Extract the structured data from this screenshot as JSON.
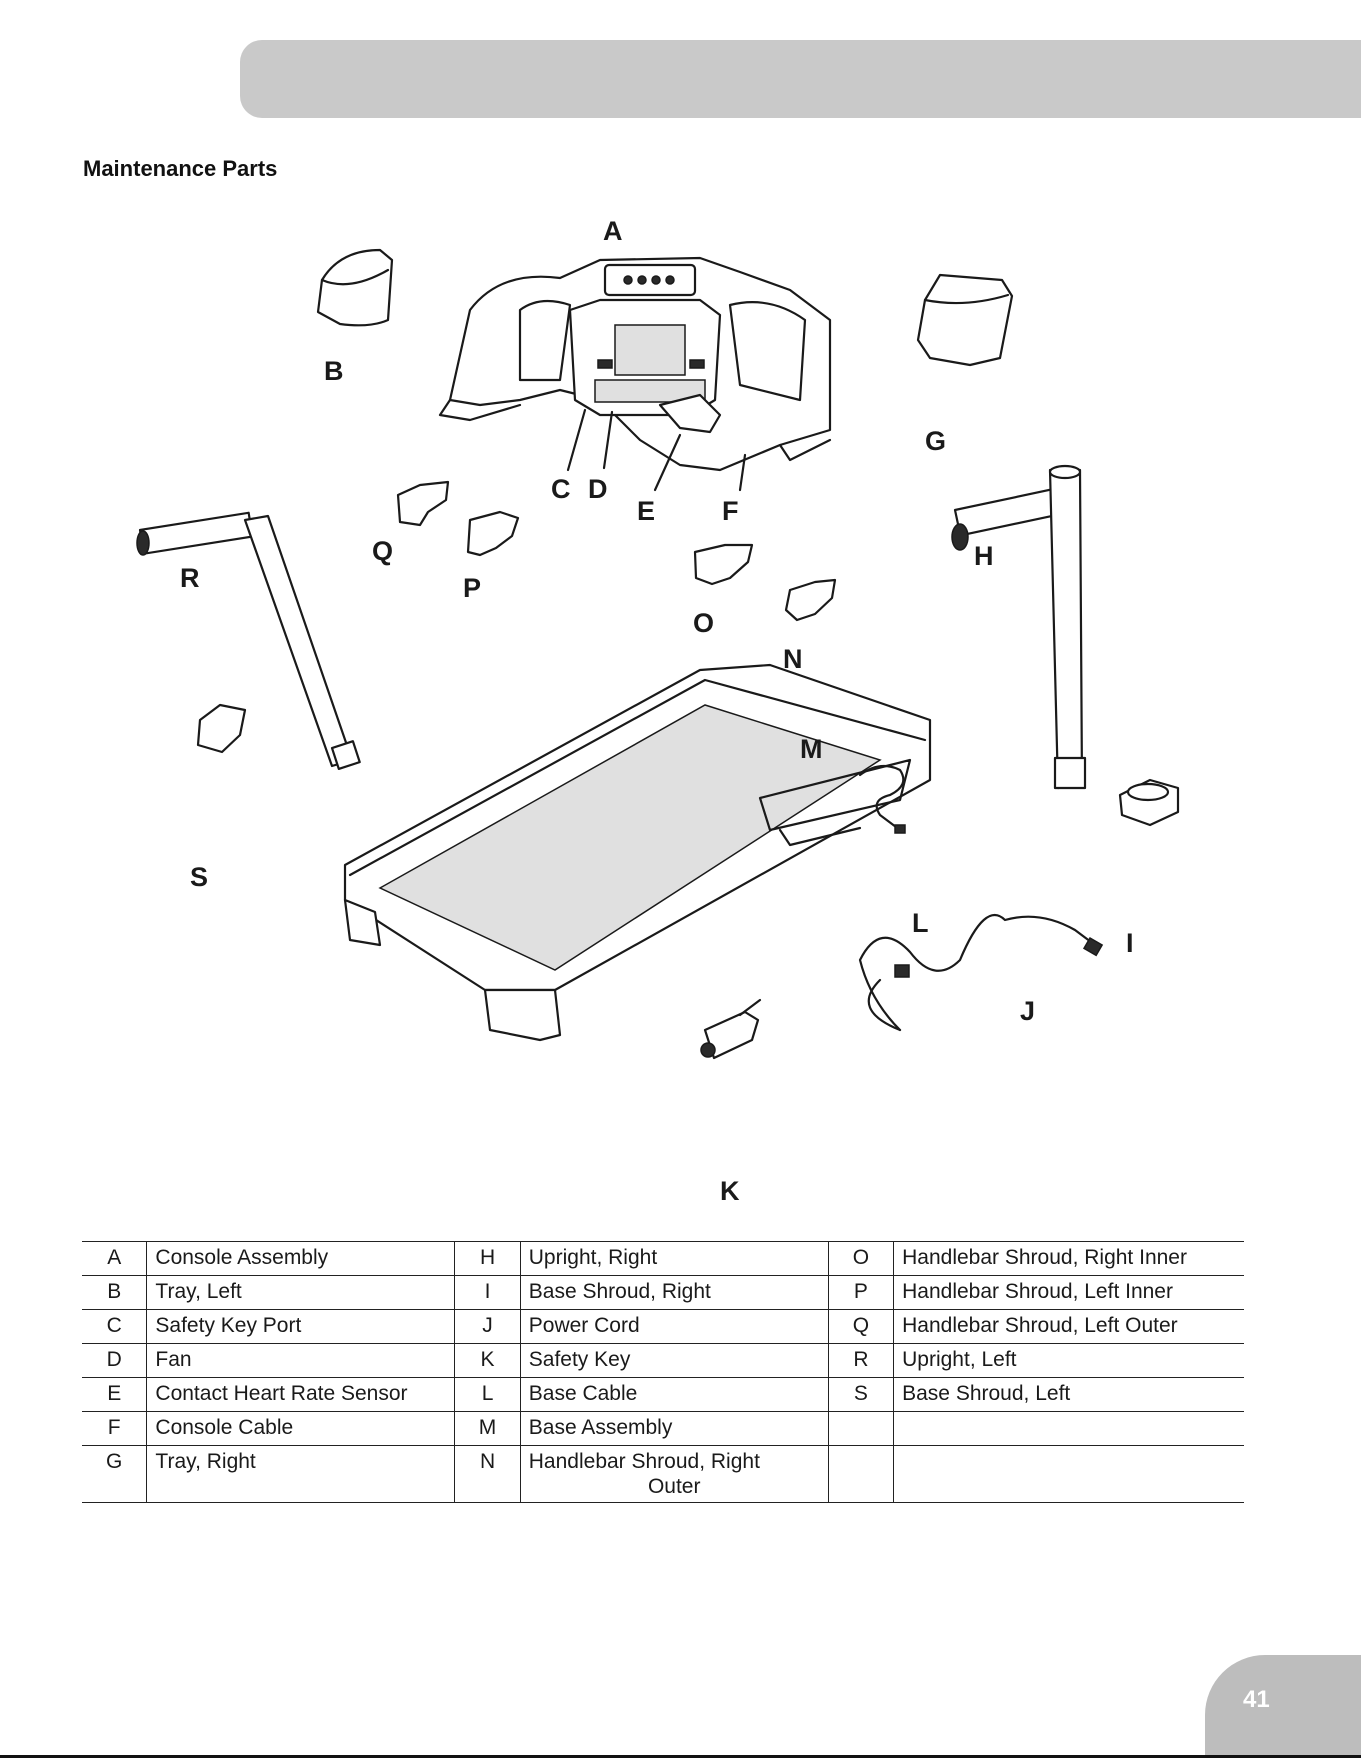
{
  "section_title": "Maintenance Parts",
  "callouts": {
    "A": "A",
    "B": "B",
    "C": "C",
    "D": "D",
    "E": "E",
    "F": "F",
    "G": "G",
    "H": "H",
    "I": "I",
    "J": "J",
    "K": "K",
    "L": "L",
    "M": "M",
    "N": "N",
    "O": "O",
    "P": "P",
    "Q": "Q",
    "R": "R",
    "S": "S"
  },
  "parts_table": {
    "rows": [
      [
        {
          "key": "A",
          "name": "Console Assembly"
        },
        {
          "key": "H",
          "name": "Upright, Right"
        },
        {
          "key": "O",
          "name": "Handlebar Shroud, Right Inner"
        }
      ],
      [
        {
          "key": "B",
          "name": "Tray, Left"
        },
        {
          "key": "I",
          "name": "Base Shroud, Right"
        },
        {
          "key": "P",
          "name": "Handlebar Shroud, Left Inner"
        }
      ],
      [
        {
          "key": "C",
          "name": "Safety Key Port"
        },
        {
          "key": "J",
          "name": "Power Cord"
        },
        {
          "key": "Q",
          "name": "Handlebar Shroud, Left Outer"
        }
      ],
      [
        {
          "key": "D",
          "name": "Fan"
        },
        {
          "key": "K",
          "name": "Safety Key"
        },
        {
          "key": "R",
          "name": "Upright, Left"
        }
      ],
      [
        {
          "key": "E",
          "name": "Contact Heart Rate Sensor"
        },
        {
          "key": "L",
          "name": "Base Cable"
        },
        {
          "key": "S",
          "name": "Base Shroud, Left"
        }
      ],
      [
        {
          "key": "F",
          "name": "Console Cable"
        },
        {
          "key": "M",
          "name": "Base Assembly"
        },
        {
          "key": "",
          "name": ""
        }
      ],
      [
        {
          "key": "G",
          "name": "Tray, Right"
        },
        {
          "key": "N",
          "name": "Handlebar Shroud, Right",
          "name2": "Outer"
        },
        {
          "key": "",
          "name": ""
        }
      ]
    ]
  },
  "page_number": "41"
}
